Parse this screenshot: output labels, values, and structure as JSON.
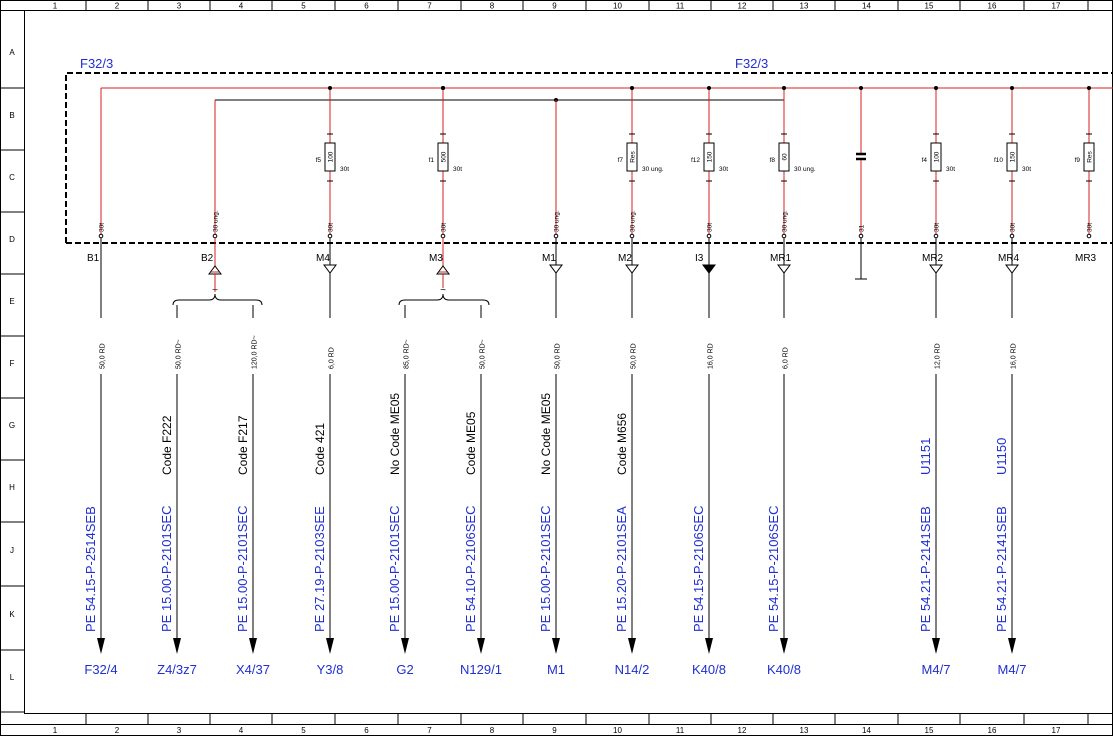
{
  "row_labels": [
    "A",
    "B",
    "C",
    "D",
    "E",
    "F",
    "G",
    "H",
    "J",
    "K",
    "L"
  ],
  "col_labels": [
    "1",
    "2",
    "3",
    "4",
    "5",
    "6",
    "7",
    "8",
    "9",
    "10",
    "11",
    "12",
    "13",
    "14",
    "15",
    "16",
    "17"
  ],
  "box_labels": [
    "F32/3",
    "F32/3"
  ],
  "fuses": [
    {
      "id": "f5",
      "value": "100",
      "rating": "30t"
    },
    {
      "id": "f1",
      "value": "500",
      "rating": "30t"
    },
    {
      "id": "f7",
      "value": "Res",
      "rating": "30 ung."
    },
    {
      "id": "f12",
      "value": "150",
      "rating": "30t"
    },
    {
      "id": "f8",
      "value": "60",
      "rating": "30 ung."
    },
    {
      "id": "f4",
      "value": "100",
      "rating": "30t"
    },
    {
      "id": "f10",
      "value": "150",
      "rating": "30t"
    },
    {
      "id": "f9",
      "value": "Res",
      "rating": ""
    }
  ],
  "terminals": [
    {
      "name": "B1",
      "pin": "30t"
    },
    {
      "name": "B2",
      "pin": "30 ung."
    },
    {
      "name": "M4",
      "pin": "30t"
    },
    {
      "name": "M3",
      "pin": "30t"
    },
    {
      "name": "M1",
      "pin": "30 ung."
    },
    {
      "name": "M2",
      "pin": "30 ung."
    },
    {
      "name": "I3",
      "pin": "30t"
    },
    {
      "name": "MR1",
      "pin": "30 ung."
    },
    {
      "name": "",
      "pin": "31"
    },
    {
      "name": "MR2",
      "pin": "30t"
    },
    {
      "name": "MR4",
      "pin": "30t"
    },
    {
      "name": "MR3",
      "pin": "30t"
    }
  ],
  "wires": [
    {
      "size": "50,0 RD",
      "code": "",
      "wire_id": "PE 54.15-P-2514SEB",
      "dest": "F32/4"
    },
    {
      "size": "50,0 RD~",
      "code": "Code F222",
      "wire_id": "PE 15.00-P-2101SEC",
      "dest": "Z4/3z7"
    },
    {
      "size": "120,0 RD~",
      "code": "Code F217",
      "wire_id": "PE 15.00-P-2101SEC",
      "dest": "X4/37"
    },
    {
      "size": "6,0 RD",
      "code": "Code 421",
      "wire_id": "PE 27.19-P-2103SEE",
      "dest": "Y3/8"
    },
    {
      "size": "85,0 RD~",
      "code": "No  Code ME05",
      "wire_id": "PE 15.00-P-2101SEC",
      "dest": "G2"
    },
    {
      "size": "50,0 RD~",
      "code": "Code ME05",
      "wire_id": "PE 54.10-P-2106SEC",
      "dest": "N129/1"
    },
    {
      "size": "50,0 RD",
      "code": "No  Code ME05",
      "wire_id": "PE 15.00-P-2101SEC",
      "dest": "M1"
    },
    {
      "size": "50,0 RD",
      "code": "Code M656",
      "wire_id": "PE 15.20-P-2101SEA",
      "dest": "N14/2"
    },
    {
      "size": "16,0 RD",
      "code": "",
      "wire_id": "PE 54.15-P-2106SEC",
      "dest": "K40/8"
    },
    {
      "size": "6,0 RD",
      "code": "",
      "wire_id": "PE 54.15-P-2106SEC",
      "dest": "K40/8"
    },
    {
      "size": "12,0 RD",
      "code": "U1151",
      "wire_id": "PE 54.21-P-2141SEB",
      "dest": "M4/7"
    },
    {
      "size": "16,0 RD",
      "code": "U1150",
      "wire_id": "PE 54.21-P-2141SEB",
      "dest": "M4/7"
    }
  ],
  "ground_symbol": "~",
  "colors": {
    "wire": "#d42020",
    "ink": "#000000",
    "text_blue": "#1f2fd1"
  }
}
